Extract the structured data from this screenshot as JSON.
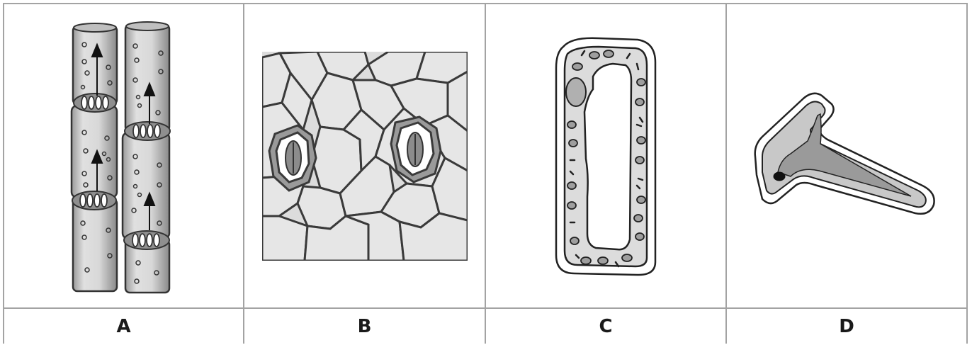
{
  "panels": [
    {
      "label": "A",
      "icon": "xylem-vessel-cells-icon"
    },
    {
      "label": "B",
      "icon": "leaf-epidermis-stomata-icon"
    },
    {
      "label": "C",
      "icon": "palisade-cell-icon"
    },
    {
      "label": "D",
      "icon": "root-hair-cell-icon"
    }
  ],
  "colors": {
    "outline": "#333333",
    "wall": "#8c8c8c",
    "cytoplasm": "#d9d9d9",
    "organelle": "#9e9e9e",
    "grid": "#a3a3a3"
  }
}
